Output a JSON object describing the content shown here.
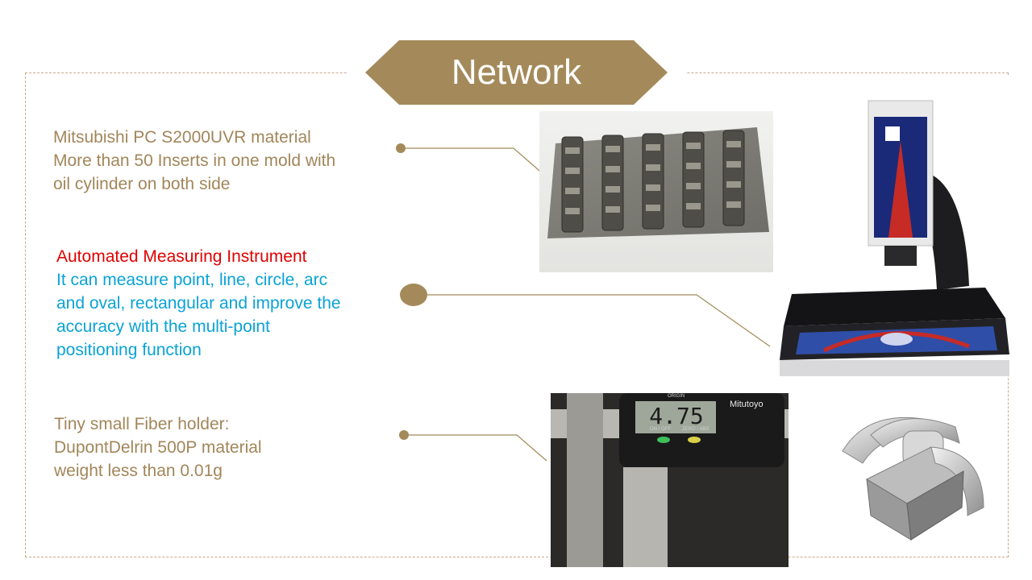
{
  "title": "Network",
  "colors": {
    "accent": "#a48a5a",
    "frame": "#c9a98a",
    "highlight_red": "#e00000",
    "highlight_blue": "#0aa3d6"
  },
  "block1": {
    "lines": [
      "Mitsubishi PC S2000UVR  material",
      "More than 50 Inserts in one mold with",
      "oil cylinder on both side"
    ]
  },
  "block2": {
    "heading": "Automated Measuring Instrument",
    "lines": [
      "It can measure point, line, circle, arc",
      "and oval, rectangular and improve the",
      "accuracy with the multi-point",
      "positioning function"
    ]
  },
  "block3": {
    "lines": [
      "Tiny small Fiber holder:",
      "DupontDelrin 500P material",
      "weight less than 0.01g"
    ]
  },
  "images": {
    "caliper_readout": "4.75",
    "caliper_brand": "Mitutoyo",
    "caliper_origin": "ORIGIN",
    "caliper_onoff": "ON / OFF",
    "caliper_zero": "ZERO / ABS"
  }
}
